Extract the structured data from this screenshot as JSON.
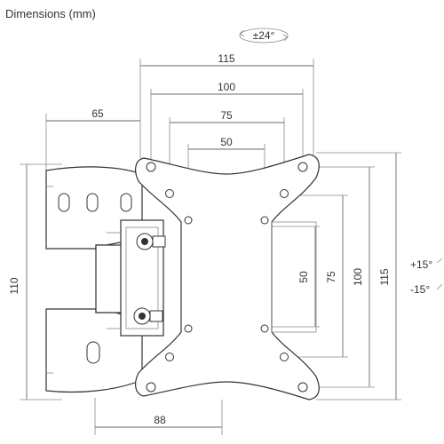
{
  "title": "Dimensions (mm)",
  "swivel_label": "±24°",
  "tilt_up_label": "+15°",
  "tilt_down_label": "-15°",
  "dimensions": {
    "top_115": "115",
    "top_100": "100",
    "top_75": "75",
    "top_50": "50",
    "wall_65": "65",
    "left_110": "110",
    "bottom_88": "88",
    "right_50": "50",
    "right_75": "75",
    "right_100": "100",
    "right_115": "115"
  },
  "colors": {
    "line": "#6a6a6a",
    "part": "#333333",
    "text": "#333333"
  }
}
